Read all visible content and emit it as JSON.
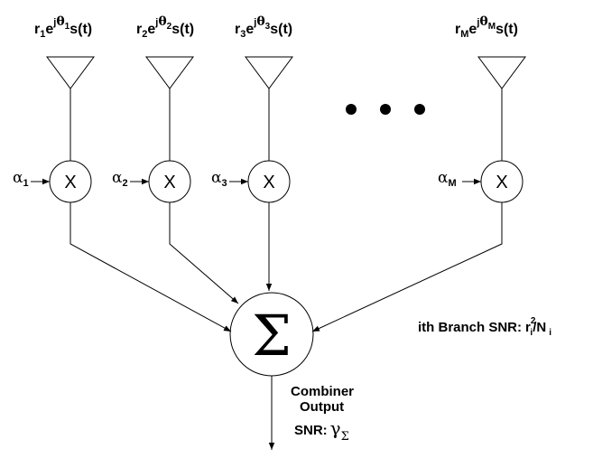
{
  "branches": [
    {
      "r": "r",
      "r_sub": "1",
      "e": "e",
      "j": "j",
      "theta": "θ",
      "theta_sub": "1",
      "sig": "s(t)",
      "alpha": "α",
      "alpha_sub": "1"
    },
    {
      "r": "r",
      "r_sub": "2",
      "e": "e",
      "j": "j",
      "theta": "θ",
      "theta_sub": "2",
      "sig": "s(t)",
      "alpha": "α",
      "alpha_sub": "2"
    },
    {
      "r": "r",
      "r_sub": "3",
      "e": "e",
      "j": "j",
      "theta": "θ",
      "theta_sub": "3",
      "sig": "s(t)",
      "alpha": "α",
      "alpha_sub": "3"
    },
    {
      "r": "r",
      "r_sub": "M",
      "e": "e",
      "j": "j",
      "theta": "θ",
      "theta_sub": "M",
      "sig": "s(t)",
      "alpha": "α",
      "alpha_sub": "M"
    }
  ],
  "multiply_symbol": "X",
  "sum_symbol": "Σ",
  "combiner": {
    "line1": "Combiner",
    "line2": "Output",
    "snr_label": "SNR:",
    "gamma": "γ",
    "gamma_sub": "Σ"
  },
  "branch_snr": {
    "label": "ith Branch SNR:",
    "r": "r",
    "r_sub": "i",
    "r_sup": "2",
    "slash": "/N",
    "n_sub": "i"
  }
}
